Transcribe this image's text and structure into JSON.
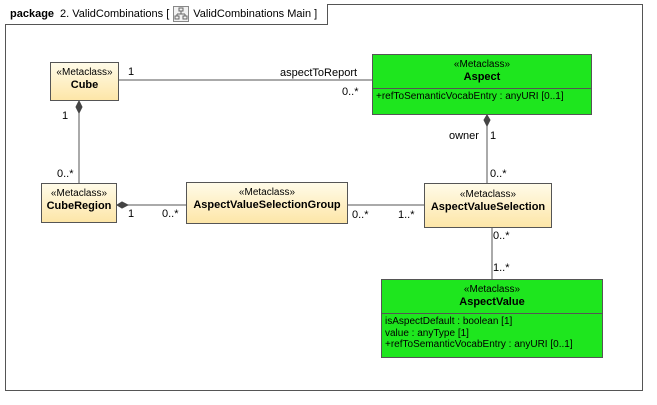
{
  "frame": {
    "keyword": "package",
    "name": "2. ValidCombinations [",
    "diagram_name": "ValidCombinations Main ]"
  },
  "colors": {
    "metaclass_fill": "#fde6a8",
    "highlight_fill": "#1ee61e",
    "line": "#555555"
  },
  "icons": {
    "diagram": "diagram-icon"
  },
  "classes": {
    "cube": {
      "stereotype": "«Metaclass»",
      "name": "Cube"
    },
    "cube_region": {
      "stereotype": "«Metaclass»",
      "name": "CubeRegion"
    },
    "avsg": {
      "stereotype": "«Metaclass»",
      "name": "AspectValueSelectionGroup"
    },
    "avs": {
      "stereotype": "«Metaclass»",
      "name": "AspectValueSelection"
    },
    "aspect": {
      "stereotype": "«Metaclass»",
      "name": "Aspect",
      "attributes": [
        "+refToSemanticVocabEntry : anyURI [0..1]"
      ]
    },
    "aspect_value": {
      "stereotype": "«Metaclass»",
      "name": "AspectValue",
      "attributes": [
        "isAspectDefault : boolean [1]",
        "value : anyType [1]",
        "+refToSemanticVocabEntry : anyURI [0..1]"
      ]
    }
  },
  "associations": {
    "cube_aspect": {
      "source_mult": "1",
      "role": "aspectToReport",
      "target_mult": "0..*"
    },
    "cube_region": {
      "source_mult": "1",
      "target_mult": "0..*"
    },
    "region_group": {
      "source_mult": "1",
      "target_mult": "0..*"
    },
    "group_selection": {
      "source_mult": "0..*",
      "target_mult": "1..*"
    },
    "aspect_selection": {
      "role": "owner",
      "source_mult": "1",
      "target_mult": "0..*"
    },
    "selection_value": {
      "source_mult": "0..*",
      "target_mult": "1..*"
    }
  }
}
